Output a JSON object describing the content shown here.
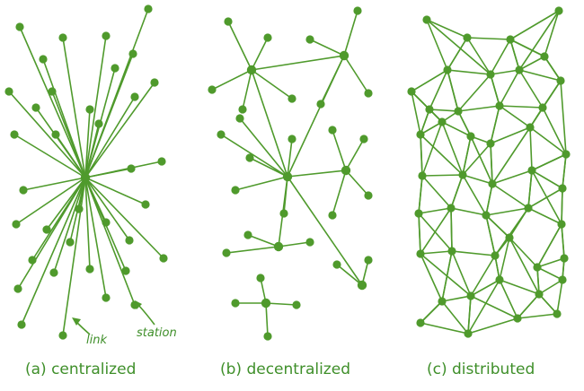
{
  "colors": {
    "stroke": "#4f9a2c",
    "node": "#4f9a2c",
    "text": "#3f8f2a"
  },
  "captions": {
    "centralized": "(a) centralized",
    "decentralized": "(b) decentralized",
    "distributed": "(c) distributed"
  },
  "annotations": {
    "link": "link",
    "station": "station"
  }
}
